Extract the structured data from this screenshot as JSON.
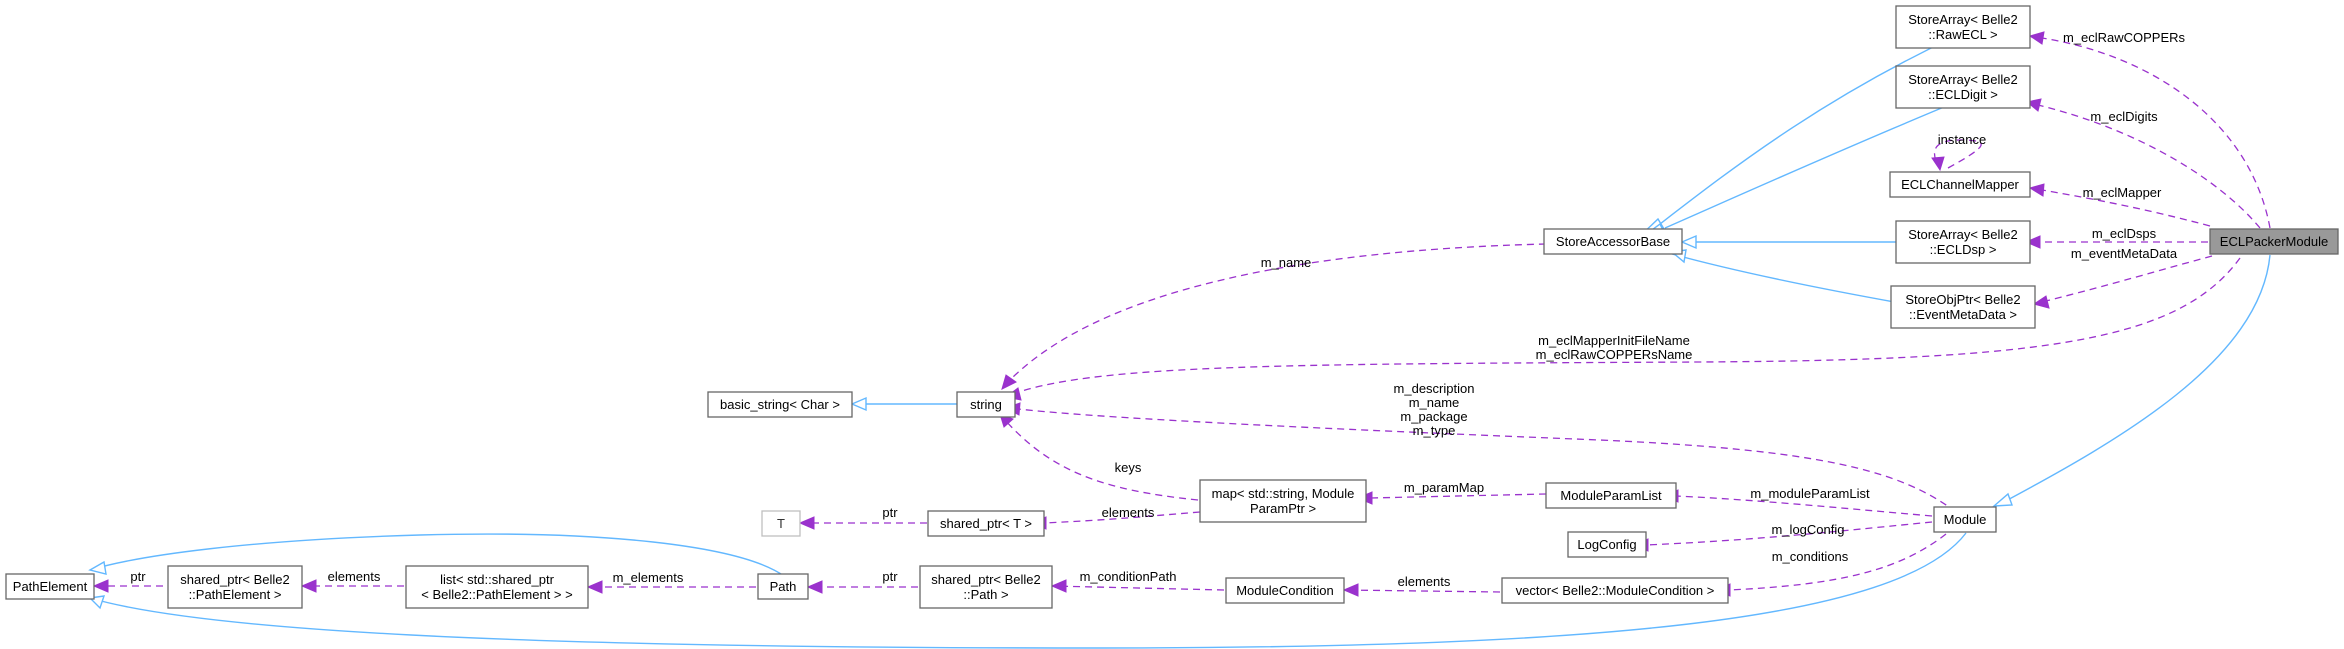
{
  "nodes": {
    "ecl_packer_module": {
      "lines": [
        "ECLPackerModule"
      ],
      "highlight": true
    },
    "store_array_raw_ecl": {
      "lines": [
        "StoreArray< Belle2",
        "::RawECL >"
      ]
    },
    "store_array_ecl_digit": {
      "lines": [
        "StoreArray< Belle2",
        "::ECLDigit >"
      ]
    },
    "ecl_channel_mapper": {
      "lines": [
        "ECLChannelMapper"
      ]
    },
    "store_array_ecl_dsp": {
      "lines": [
        "StoreArray< Belle2",
        "::ECLDsp >"
      ]
    },
    "store_obj_ptr_event_meta_data": {
      "lines": [
        "StoreObjPtr< Belle2",
        "::EventMetaData >"
      ]
    },
    "store_accessor_base": {
      "lines": [
        "StoreAccessorBase"
      ]
    },
    "string": {
      "lines": [
        "string"
      ]
    },
    "basic_string": {
      "lines": [
        "basic_string< Char >"
      ]
    },
    "map_string_module_param": {
      "lines": [
        "map< std::string, Module",
        "ParamPtr >"
      ]
    },
    "module_param_list": {
      "lines": [
        "ModuleParamList"
      ]
    },
    "log_config": {
      "lines": [
        "LogConfig"
      ]
    },
    "module": {
      "lines": [
        "Module"
      ]
    },
    "t": {
      "lines": [
        "T"
      ]
    },
    "shared_ptr_t": {
      "lines": [
        "shared_ptr< T >"
      ]
    },
    "path_element": {
      "lines": [
        "PathElement"
      ]
    },
    "shared_ptr_path_element": {
      "lines": [
        "shared_ptr< Belle2",
        "::PathElement >"
      ]
    },
    "list_path_element": {
      "lines": [
        "list< std::shared_ptr",
        "< Belle2::PathElement > >"
      ]
    },
    "path": {
      "lines": [
        "Path"
      ]
    },
    "shared_ptr_path": {
      "lines": [
        "shared_ptr< Belle2",
        "::Path >"
      ]
    },
    "module_condition": {
      "lines": [
        "ModuleCondition"
      ]
    },
    "vector_module_condition": {
      "lines": [
        "vector< Belle2::ModuleCondition >"
      ]
    }
  },
  "edge_labels": {
    "m_ecl_raw_coppers": [
      "m_eclRawCOPPERs"
    ],
    "m_ecl_digits": [
      "m_eclDigits"
    ],
    "instance": [
      "instance"
    ],
    "m_ecl_mapper": [
      "m_eclMapper"
    ],
    "m_ecl_dsps": [
      "m_eclDsps"
    ],
    "m_event_meta_data": [
      "m_eventMetaData"
    ],
    "m_name": [
      "m_name"
    ],
    "m_file_names": [
      "m_eclMapperInitFileName",
      "m_eclRawCOPPERsName"
    ],
    "module_strings": [
      "m_description",
      "m_name",
      "m_package",
      "m_type"
    ],
    "keys": [
      "keys"
    ],
    "m_param_map": [
      "m_paramMap"
    ],
    "m_module_param_list": [
      "m_moduleParamList"
    ],
    "elements_map": [
      "elements"
    ],
    "ptr_t": [
      "ptr"
    ],
    "m_log_config": [
      "m_logConfig"
    ],
    "m_conditions": [
      "m_conditions"
    ],
    "ptr_path_element": [
      "ptr"
    ],
    "elements_list": [
      "elements"
    ],
    "m_elements": [
      "m_elements"
    ],
    "ptr_path": [
      "ptr"
    ],
    "m_condition_path": [
      "m_conditionPath"
    ],
    "elements_vector": [
      "elements"
    ]
  },
  "colors": {
    "inheritance_edge": "#63b8ff",
    "association_edge": "#9a32cd",
    "highlight_fill": "#999999",
    "node_border": "#666666"
  }
}
